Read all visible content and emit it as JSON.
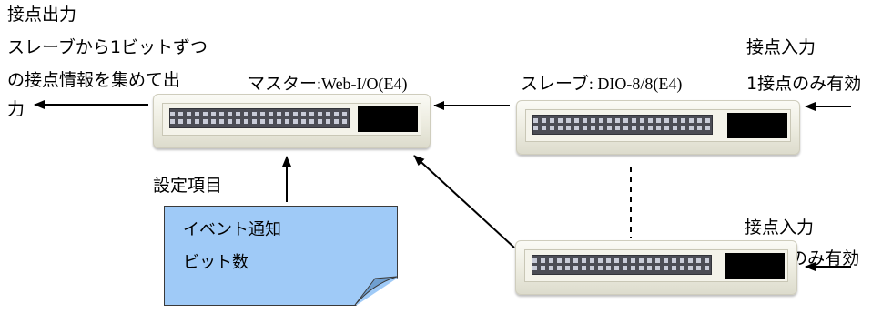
{
  "left_block": {
    "title": "接点出力",
    "desc_line1": "スレーブから1ビットずつ",
    "desc_line2": "の接点情報を集めて出",
    "desc_line3": "力"
  },
  "master": {
    "label_jp": "マスター",
    "label_model": ":Web-I/O(E4)"
  },
  "slave": {
    "label_jp": "スレーブ",
    "label_model": ": DIO-8/8(E4)"
  },
  "input_top": {
    "title": "接点入力",
    "sub": "1接点のみ有効"
  },
  "input_bottom": {
    "title": "接点入力",
    "sub": "1接点のみ有効"
  },
  "settings": {
    "label": "設定項目",
    "items": [
      "イベント通知",
      "ビット数"
    ]
  },
  "colors": {
    "note_fill": "#9fcaf7",
    "port": "#000000",
    "terminal": "#4c4d55"
  }
}
